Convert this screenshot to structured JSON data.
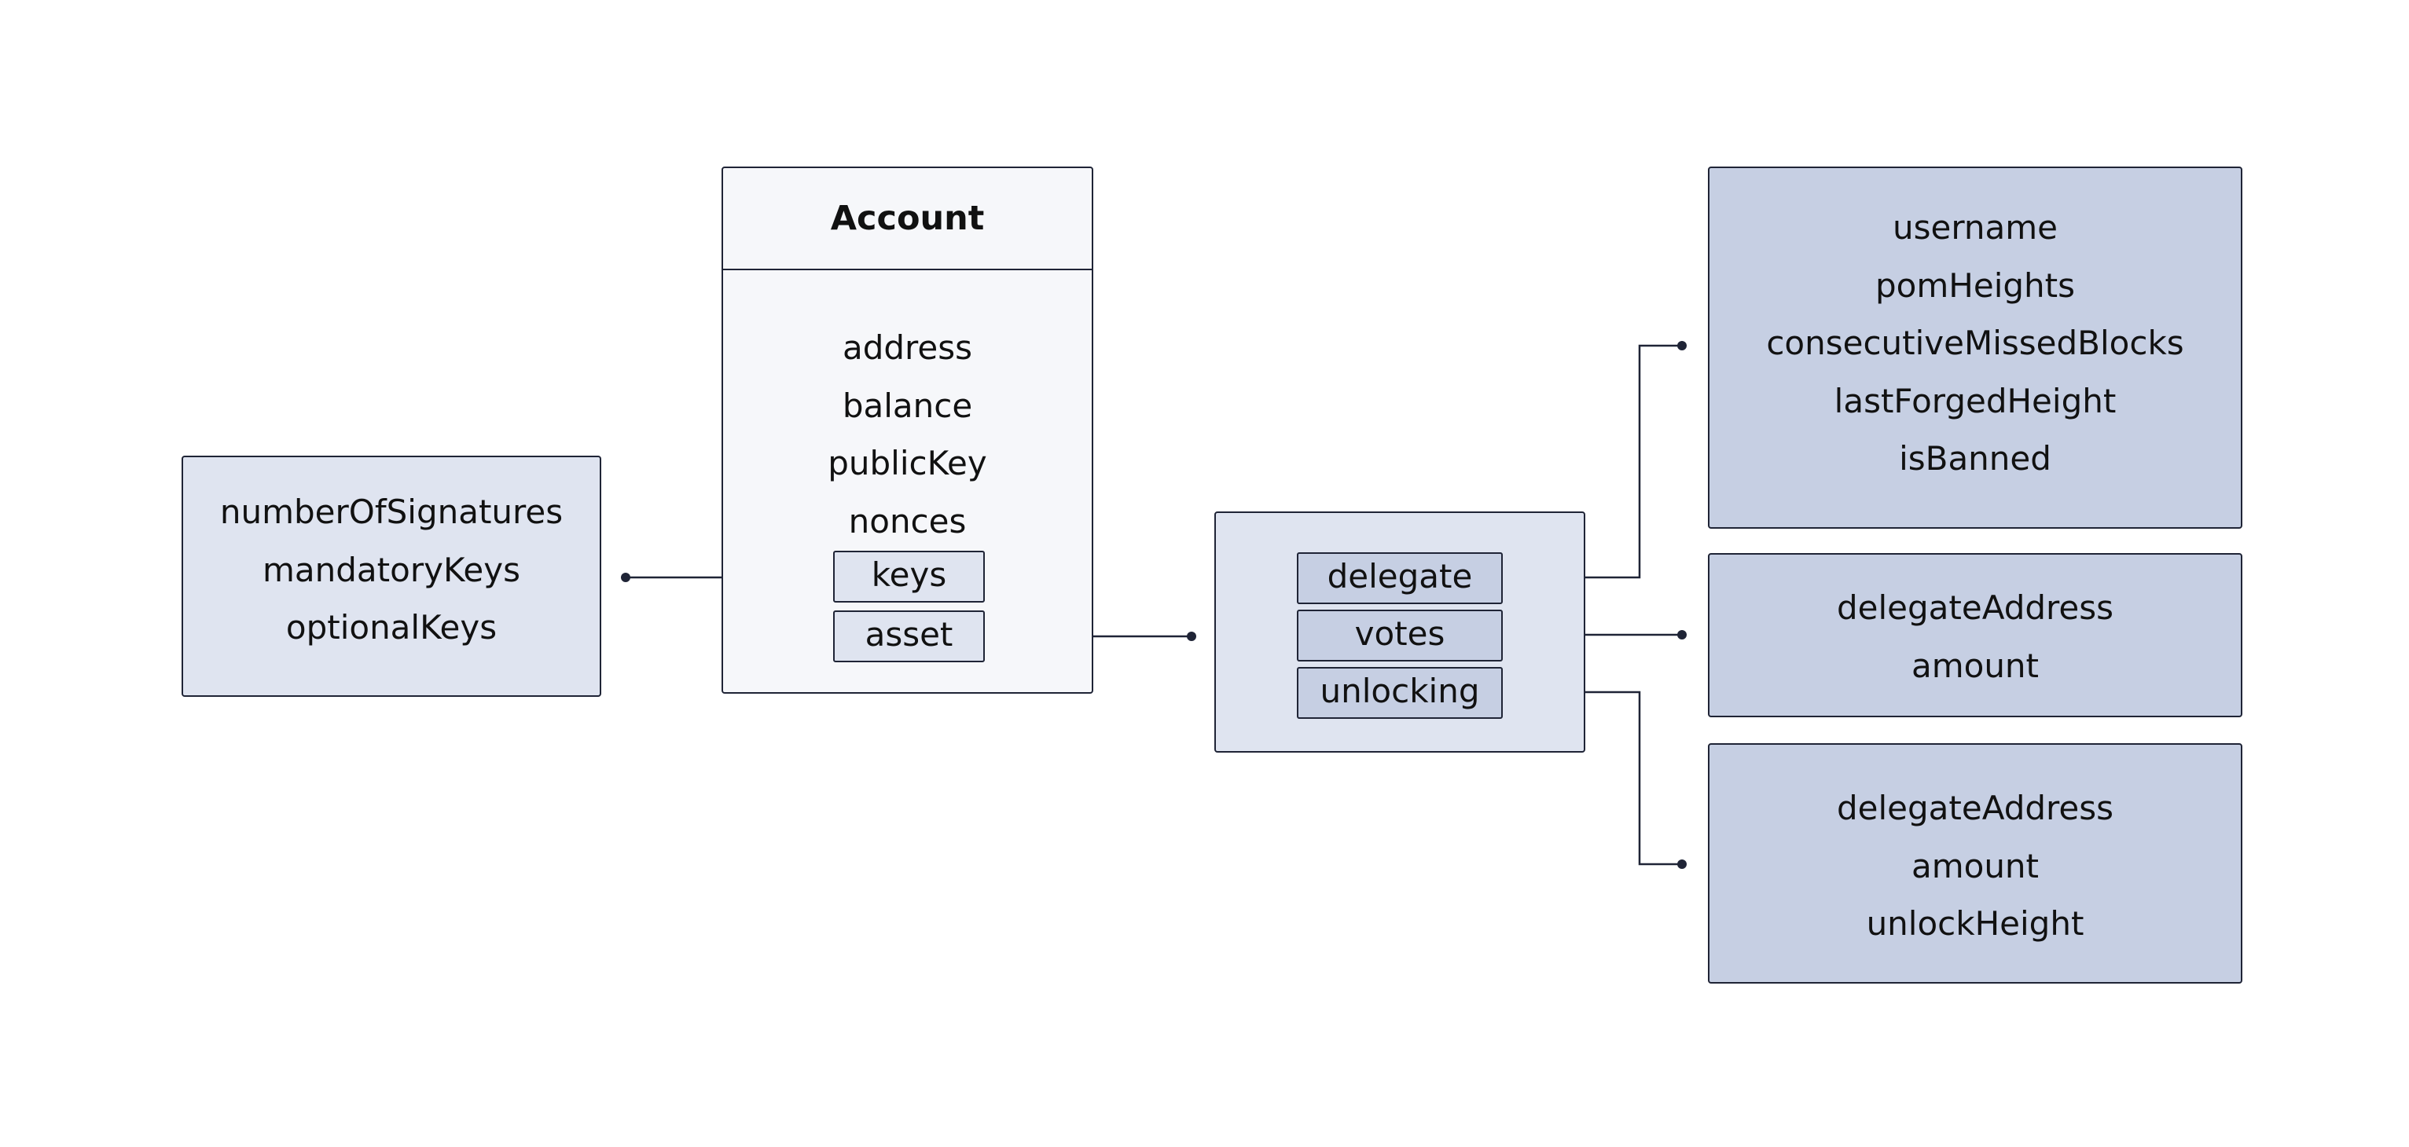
{
  "keys_box": {
    "fields": [
      "numberOfSignatures",
      "mandatoryKeys",
      "optionalKeys"
    ]
  },
  "account": {
    "title": "Account",
    "fields": [
      "address",
      "balance",
      "publicKey",
      "nonces"
    ],
    "keys_label": "keys",
    "asset_label": "asset"
  },
  "asset": {
    "delegate_label": "delegate",
    "votes_label": "votes",
    "unlocking_label": "unlocking"
  },
  "delegate_box": {
    "fields": [
      "username",
      "pomHeights",
      "consecutiveMissedBlocks",
      "lastForgedHeight",
      "isBanned"
    ]
  },
  "votes_box": {
    "fields": [
      "delegateAddress",
      "amount"
    ]
  },
  "unlocking_box": {
    "fields": [
      "delegateAddress",
      "amount",
      "unlockHeight"
    ]
  },
  "colors": {
    "stroke": "#1f2436",
    "light_fill": "#dfe4f0",
    "account_fill": "#f6f7fa",
    "dark_fill": "#c6cfe3"
  }
}
